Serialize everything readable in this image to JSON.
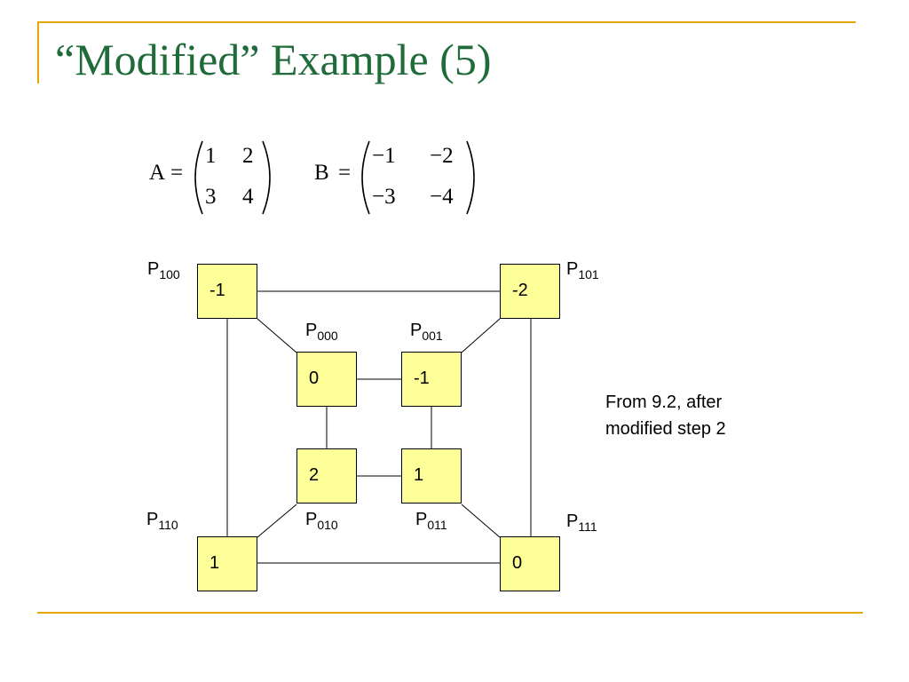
{
  "slide": {
    "title": "“Modified” Example (5)",
    "note_line1": "From 9.2, after",
    "note_line2": "modified step 2"
  },
  "matrices": {
    "A": {
      "name": "A",
      "eq": "=",
      "rows": [
        [
          "1",
          "2"
        ],
        [
          "3",
          "4"
        ]
      ]
    },
    "B": {
      "name": "B",
      "eq": "=",
      "rows": [
        [
          "−1",
          "−2"
        ],
        [
          "−3",
          "−4"
        ]
      ]
    }
  },
  "nodes": {
    "p100": {
      "p": "P",
      "sub": "100",
      "value": "-1"
    },
    "p101": {
      "p": "P",
      "sub": "101",
      "value": "-2"
    },
    "p000": {
      "p": "P",
      "sub": "000",
      "value": "0"
    },
    "p001": {
      "p": "P",
      "sub": "001",
      "value": "-1"
    },
    "p010": {
      "p": "P",
      "sub": "010",
      "value": "2"
    },
    "p011": {
      "p": "P",
      "sub": "011",
      "value": "1"
    },
    "p110": {
      "p": "P",
      "sub": "110",
      "value": "1"
    },
    "p111": {
      "p": "P",
      "sub": "111",
      "value": "0"
    }
  }
}
